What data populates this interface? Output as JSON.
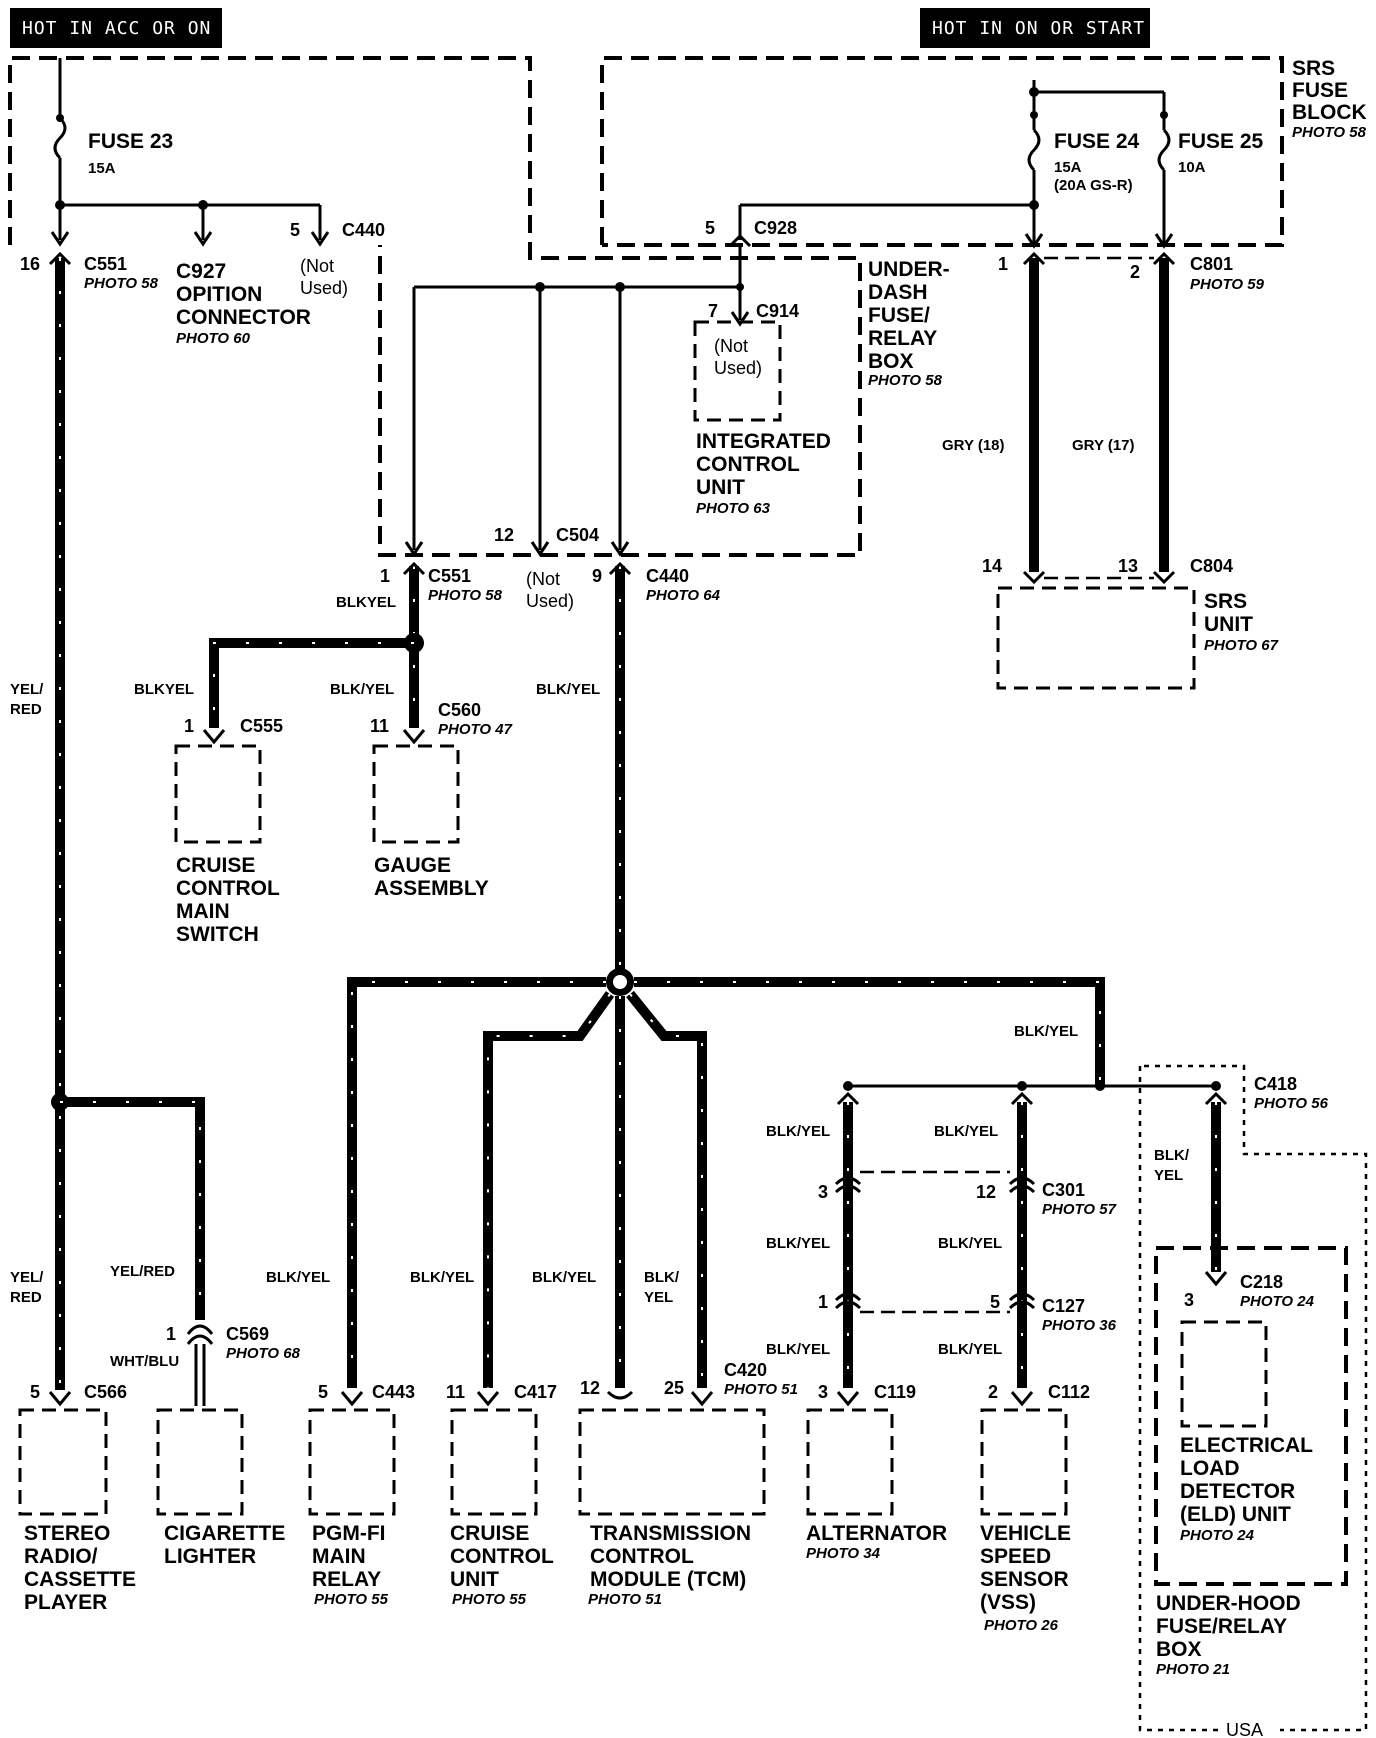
{
  "headers": {
    "left": "HOT IN ACC OR ON",
    "right": "HOT IN ON OR START"
  },
  "srs_block": {
    "title_1": "SRS",
    "title_2": "FUSE",
    "title_3": "BLOCK",
    "photo": "PHOTO 58"
  },
  "fuses": {
    "f23": {
      "name": "FUSE 23",
      "rating": "15A"
    },
    "f24": {
      "name": "FUSE 24",
      "rating": "15A",
      "note": "(20A GS-R)"
    },
    "f25": {
      "name": "FUSE 25",
      "rating": "10A"
    }
  },
  "underdash": {
    "l1": "UNDER-",
    "l2": "DASH",
    "l3": "FUSE/",
    "l4": "RELAY",
    "l5": "BOX",
    "photo": "PHOTO 58"
  },
  "connectors": {
    "c440_top": {
      "pin": "5",
      "name": "C440",
      "nu1": "(Not",
      "nu2": "Used)"
    },
    "c928": {
      "pin": "5",
      "name": "C928"
    },
    "c551_top": {
      "pin": "16",
      "name": "C551",
      "photo": "PHOTO 58"
    },
    "c927": {
      "name": "C927",
      "l1": "OPITION",
      "l2": "CONNECTOR",
      "photo": "PHOTO 60"
    },
    "c801": {
      "pin1": "1",
      "pin2": "2",
      "name": "C801",
      "photo": "PHOTO 59"
    },
    "c914": {
      "pin": "7",
      "name": "C914",
      "nu1": "(Not",
      "nu2": "Used)"
    },
    "c504": {
      "pin": "12",
      "name": "C504",
      "nu1": "(Not",
      "nu2": "Used)"
    },
    "c551_mid": {
      "pin": "1",
      "name": "C551",
      "photo": "PHOTO 58"
    },
    "c440_mid": {
      "pin": "9",
      "name": "C440",
      "photo": "PHOTO 64"
    },
    "c804": {
      "pin1": "14",
      "pin2": "13",
      "name": "C804"
    },
    "c555": {
      "pin": "1",
      "name": "C555"
    },
    "c560": {
      "pin": "11",
      "name": "C560",
      "photo": "PHOTO 47"
    },
    "c418": {
      "name": "C418",
      "photo": "PHOTO 56"
    },
    "c301": {
      "pin1": "3",
      "pin2": "12",
      "name": "C301",
      "photo": "PHOTO 57"
    },
    "c127": {
      "pin1": "1",
      "pin2": "5",
      "name": "C127",
      "photo": "PHOTO 36"
    },
    "c218": {
      "pin": "3",
      "name": "C218",
      "photo": "PHOTO 24"
    },
    "c569": {
      "pin": "1",
      "name": "C569",
      "photo": "PHOTO 68"
    },
    "c566": {
      "pin": "5",
      "name": "C566"
    },
    "c443": {
      "pin": "5",
      "name": "C443"
    },
    "c417": {
      "pin": "11",
      "name": "C417"
    },
    "c420": {
      "pin1": "12",
      "pin2": "25",
      "name": "C420",
      "photo": "PHOTO 51"
    },
    "c119": {
      "pin": "3",
      "name": "C119"
    },
    "c112": {
      "pin": "2",
      "name": "C112"
    }
  },
  "components": {
    "icu": {
      "l1": "INTEGRATED",
      "l2": "CONTROL",
      "l3": "UNIT",
      "photo": "PHOTO 63"
    },
    "srs_unit": {
      "l1": "SRS",
      "l2": "UNIT",
      "photo": "PHOTO 67"
    },
    "cruise_switch": {
      "l1": "CRUISE",
      "l2": "CONTROL",
      "l3": "MAIN",
      "l4": "SWITCH"
    },
    "gauge": {
      "l1": "GAUGE",
      "l2": "ASSEMBLY"
    },
    "stereo": {
      "l1": "STEREO",
      "l2": "RADIO/",
      "l3": "CASSETTE",
      "l4": "PLAYER"
    },
    "cigarette": {
      "l1": "CIGARETTE",
      "l2": "LIGHTER"
    },
    "pgmfi": {
      "l1": "PGM-FI",
      "l2": "MAIN",
      "l3": "RELAY",
      "photo": "PHOTO 55"
    },
    "cruise_unit": {
      "l1": "CRUISE",
      "l2": "CONTROL",
      "l3": "UNIT",
      "photo": "PHOTO 55"
    },
    "tcm": {
      "l1": "TRANSMISSION",
      "l2": "CONTROL",
      "l3": "MODULE (TCM)",
      "photo": "PHOTO 51"
    },
    "alternator": {
      "l1": "ALTERNATOR",
      "photo": "PHOTO 34"
    },
    "vss": {
      "l1": "VEHICLE",
      "l2": "SPEED",
      "l3": "SENSOR",
      "l4": "(VSS)",
      "photo": "PHOTO 26"
    },
    "eld": {
      "l1": "ELECTRICAL",
      "l2": "LOAD",
      "l3": "DETECTOR",
      "l4": "(ELD) UNIT",
      "photo": "PHOTO 24"
    },
    "underhood": {
      "l1": "UNDER-HOOD",
      "l2": "FUSE/RELAY",
      "l3": "BOX",
      "photo": "PHOTO 21"
    }
  },
  "wires": {
    "yel_red_1": "YEL/",
    "yel_red_2": "RED",
    "yel_red": "YEL/RED",
    "wht_blu": "WHT/BLU",
    "blkyel": "BLKYEL",
    "blk_yel": "BLK/YEL",
    "blk_1": "BLK/",
    "yel": "YEL",
    "gry18": "GRY (18)",
    "gry17": "GRY (17)"
  },
  "region": {
    "usa": "USA"
  }
}
